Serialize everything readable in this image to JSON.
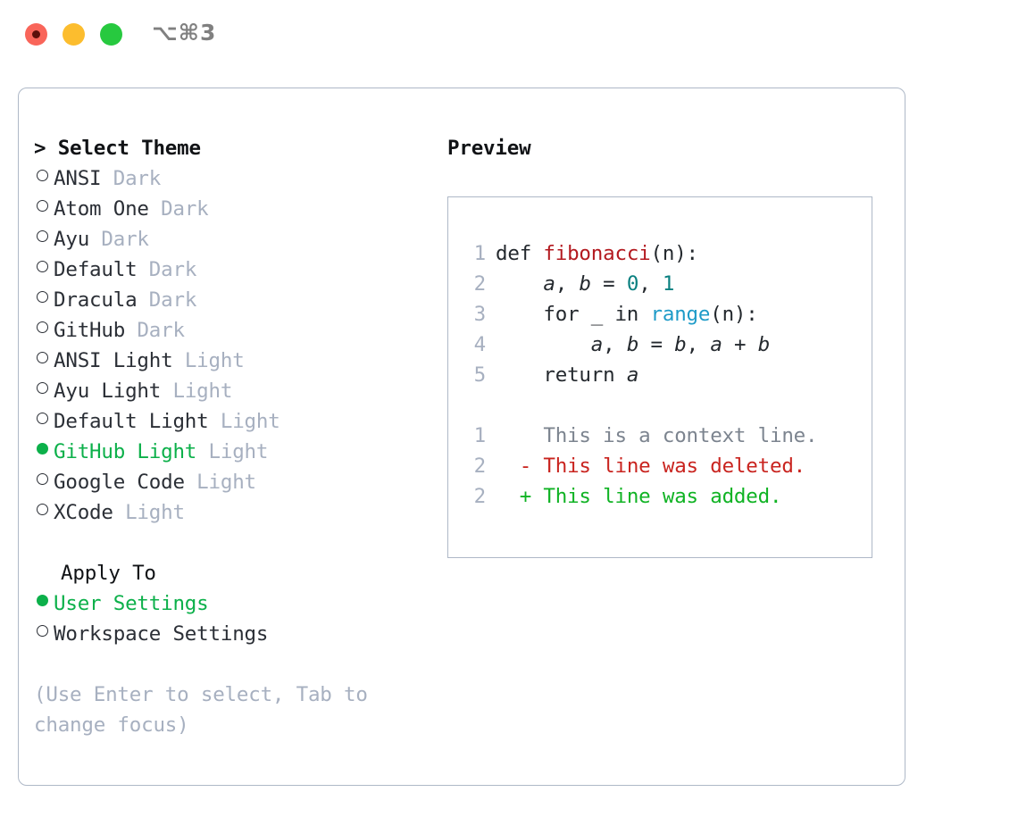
{
  "window": {
    "title_shortcut": "⌥⌘3",
    "traffic_lights": [
      "close-red",
      "minimize-yellow",
      "maximize-green"
    ]
  },
  "theme_picker": {
    "header": "> Select Theme",
    "items": [
      {
        "marker": "o",
        "name": "ANSI",
        "tag": "Dark",
        "selected": false
      },
      {
        "marker": "o",
        "name": "Atom One",
        "tag": "Dark",
        "selected": false
      },
      {
        "marker": "o",
        "name": "Ayu",
        "tag": "Dark",
        "selected": false
      },
      {
        "marker": "o",
        "name": "Default",
        "tag": "Dark",
        "selected": false
      },
      {
        "marker": "o",
        "name": "Dracula",
        "tag": "Dark",
        "selected": false
      },
      {
        "marker": "o",
        "name": "GitHub",
        "tag": "Dark",
        "selected": false
      },
      {
        "marker": "o",
        "name": "ANSI Light",
        "tag": "Light",
        "selected": false
      },
      {
        "marker": "o",
        "name": "Ayu Light",
        "tag": "Light",
        "selected": false
      },
      {
        "marker": "o",
        "name": "Default Light",
        "tag": "Light",
        "selected": false
      },
      {
        "marker": "●",
        "name": "GitHub Light",
        "tag": "Light",
        "selected": true
      },
      {
        "marker": "o",
        "name": "Google Code",
        "tag": "Light",
        "selected": false
      },
      {
        "marker": "o",
        "name": "XCode",
        "tag": "Light",
        "selected": false
      }
    ]
  },
  "apply_to": {
    "header": "Apply To",
    "options": [
      {
        "name": "User Settings",
        "selected": true
      },
      {
        "name": "Workspace Settings",
        "selected": false
      }
    ]
  },
  "hint": "(Use Enter to select, Tab to change focus)",
  "preview": {
    "title": "Preview",
    "code_lines": [
      {
        "number": "1",
        "tokens": [
          {
            "text": "def ",
            "type": "kw"
          },
          {
            "text": "fibonacci",
            "type": "fn"
          },
          {
            "text": "(n):",
            "type": "punct"
          }
        ]
      },
      {
        "number": "2",
        "tokens": [
          {
            "text": "    ",
            "type": "punct"
          },
          {
            "text": "a",
            "type": "var"
          },
          {
            "text": ", ",
            "type": "punct"
          },
          {
            "text": "b",
            "type": "var"
          },
          {
            "text": " = ",
            "type": "punct"
          },
          {
            "text": "0",
            "type": "num"
          },
          {
            "text": ", ",
            "type": "punct"
          },
          {
            "text": "1",
            "type": "num"
          }
        ]
      },
      {
        "number": "3",
        "tokens": [
          {
            "text": "    for _ in ",
            "type": "kw"
          },
          {
            "text": "range",
            "type": "call"
          },
          {
            "text": "(n):",
            "type": "punct"
          }
        ]
      },
      {
        "number": "4",
        "tokens": [
          {
            "text": "        ",
            "type": "punct"
          },
          {
            "text": "a",
            "type": "var"
          },
          {
            "text": ", ",
            "type": "punct"
          },
          {
            "text": "b",
            "type": "var"
          },
          {
            "text": " = ",
            "type": "punct"
          },
          {
            "text": "b",
            "type": "var"
          },
          {
            "text": ", ",
            "type": "punct"
          },
          {
            "text": "a",
            "type": "var"
          },
          {
            "text": " + ",
            "type": "punct"
          },
          {
            "text": "b",
            "type": "var"
          }
        ]
      },
      {
        "number": "5",
        "tokens": [
          {
            "text": "    return ",
            "type": "kw"
          },
          {
            "text": "a",
            "type": "var"
          }
        ]
      }
    ],
    "diff_lines": [
      {
        "number": "1",
        "sign": " ",
        "text": " This is a context line.",
        "kind": "context"
      },
      {
        "number": "2",
        "sign": "-",
        "text": " This line was deleted.",
        "kind": "deleted"
      },
      {
        "number": "2",
        "sign": "+",
        "text": " This line was added.",
        "kind": "added"
      }
    ]
  },
  "colors": {
    "accent_green": "#0cb04a",
    "muted": "#a7b0c0",
    "border": "#aeb8c7",
    "text": "#24292e",
    "diff_delete": "#c9241f",
    "diff_add": "#10b324",
    "fn_name": "#b3191f",
    "number": "#0a8080",
    "builtin": "#1e9bc8"
  }
}
